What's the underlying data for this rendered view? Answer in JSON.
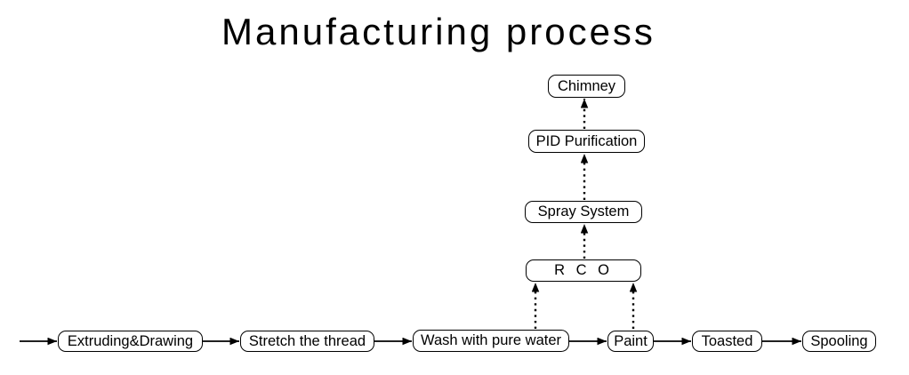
{
  "title": "Manufacturing process",
  "nodes": {
    "extruding": {
      "label": "Extruding&Drawing"
    },
    "stretch": {
      "label": "Stretch the thread"
    },
    "wash": {
      "label": "Wash with pure water"
    },
    "paint": {
      "label": "Paint"
    },
    "toasted": {
      "label": "Toasted"
    },
    "spooling": {
      "label": "Spooling"
    },
    "rco": {
      "label": "R C O"
    },
    "spray": {
      "label": "Spray System"
    },
    "pid": {
      "label": "PID Purification"
    },
    "chimney": {
      "label": "Chimney"
    }
  },
  "edges": [
    {
      "from": "start",
      "to": "Extruding&Drawing",
      "style": "solid-arrow"
    },
    {
      "from": "Extruding&Drawing",
      "to": "Stretch the thread",
      "style": "solid-arrow"
    },
    {
      "from": "Stretch the thread",
      "to": "Wash with pure water",
      "style": "solid-arrow"
    },
    {
      "from": "Wash with pure water",
      "to": "Paint",
      "style": "solid-arrow"
    },
    {
      "from": "Paint",
      "to": "Toasted",
      "style": "solid-arrow"
    },
    {
      "from": "Toasted",
      "to": "Spooling",
      "style": "solid-arrow"
    },
    {
      "from": "Wash with pure water",
      "to": "R C O",
      "style": "dotted-arrow"
    },
    {
      "from": "Paint",
      "to": "R C O",
      "style": "dotted-arrow"
    },
    {
      "from": "R C O",
      "to": "Spray System",
      "style": "dotted-arrow"
    },
    {
      "from": "Spray System",
      "to": "PID Purification",
      "style": "dotted-arrow"
    },
    {
      "from": "PID Purification",
      "to": "Chimney",
      "style": "dotted-arrow"
    }
  ],
  "colors": {
    "background": "#ffffff",
    "box_fill": "#ffffff",
    "box_border": "#000000",
    "text": "#000000",
    "arrow": "#000000"
  }
}
